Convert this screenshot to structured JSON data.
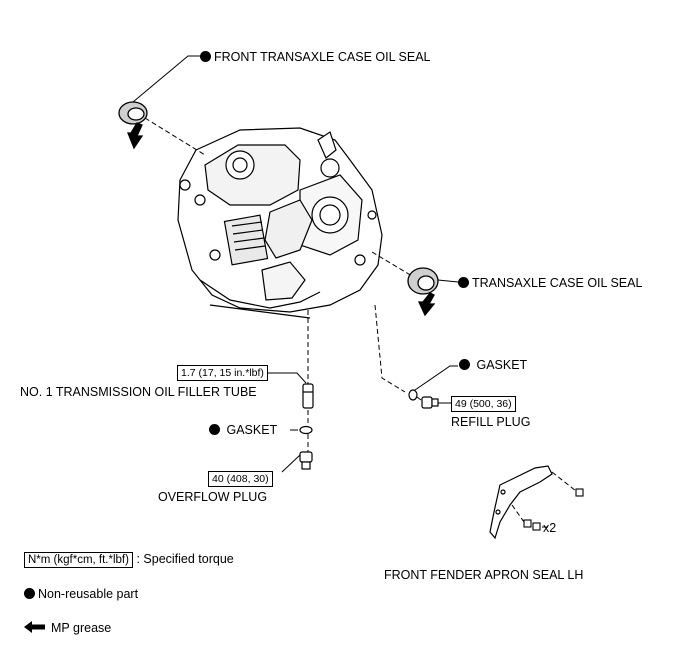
{
  "labels": {
    "front_seal": "FRONT TRANSAXLE CASE OIL SEAL",
    "case_seal": "TRANSAXLE CASE OIL SEAL",
    "gasket_right": "GASKET",
    "filler_tube": "NO. 1 TRANSMISSION OIL FILLER TUBE",
    "gasket_left": "GASKET",
    "refill_plug": "REFILL PLUG",
    "overflow_plug": "OVERFLOW PLUG",
    "apron_seal": "FRONT FENDER APRON SEAL LH",
    "bolt_qty": "x2"
  },
  "torques": {
    "filler_tube": "1.7 (17, 15 in.*lbf)",
    "refill_plug": "49 (500, 36)",
    "overflow_plug": "40 (408, 30)"
  },
  "legend": {
    "torque_unit": "N*m (kgf*cm, ft.*lbf)",
    "torque_text": ": Specified torque",
    "nonreusable_text": "Non-reusable part",
    "grease_text": "MP grease"
  },
  "colors": {
    "line": "#000000",
    "fill": "#ffffff",
    "shade": "#cfcfcf"
  },
  "icons": {
    "nonreusable": "filled-circle-icon",
    "grease": "left-arrow-icon"
  }
}
